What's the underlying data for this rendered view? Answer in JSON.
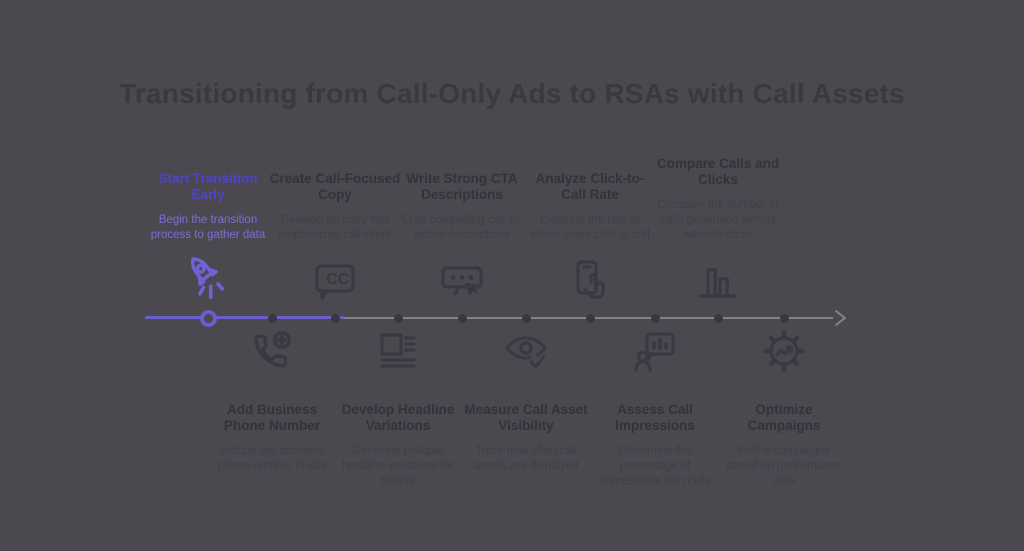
{
  "title": "Transitioning from Call-Only Ads to RSAs with Call Assets",
  "colors": {
    "background": "#4b484f",
    "title_text": "#3b3940",
    "accent_purple": "#6a5ece",
    "active_title": "#4f43c6",
    "active_description": "#7a6fd8",
    "muted_title": "#34323a",
    "muted_description": "#413f48",
    "timeline_gray": "#85828a",
    "node_dark": "#393740"
  },
  "timeline": {
    "direction": "left-to-right",
    "active_step_index": 0,
    "node_count": 10,
    "arrow": "right-arrow"
  },
  "milestones": [
    {
      "row": "top",
      "active": true,
      "icon": "rocket-launch-icon",
      "title": "Start Transition Early",
      "description": "Begin the transition process to gather data"
    },
    {
      "row": "bottom",
      "active": false,
      "icon": "phone-plus-icon",
      "title": "Add Business Phone Number",
      "description": "Include the business phone number in ads"
    },
    {
      "row": "top",
      "active": false,
      "icon": "cc-speech-bubble-icon",
      "title": "Create Call-Focused Copy",
      "description": "Develop ad copy that emphasizes call intent"
    },
    {
      "row": "bottom",
      "active": false,
      "icon": "article-lines-icon",
      "title": "Develop Headline Variations",
      "description": "Generate multiple headline variations for testing"
    },
    {
      "row": "top",
      "active": false,
      "icon": "chat-dots-cursor-icon",
      "title": "Write Strong CTA Descriptions",
      "description": "Craft compelling call-to-action descriptions"
    },
    {
      "row": "bottom",
      "active": false,
      "icon": "eye-check-icon",
      "title": "Measure Call Asset Visibility",
      "description": "Track how often call assets are displayed"
    },
    {
      "row": "top",
      "active": false,
      "icon": "phone-tap-icon",
      "title": "Analyze Click-to-Call Rate",
      "description": "Evaluate the rate at which users click to call"
    },
    {
      "row": "bottom",
      "active": false,
      "icon": "person-chart-bubble-icon",
      "title": "Assess Call Impressions",
      "description": "Determine the percentage of impressions with calls"
    },
    {
      "row": "top",
      "active": false,
      "icon": "bar-chart-icon",
      "title": "Compare Calls and Clicks",
      "description": "Compare the number of calls generated versus website clicks"
    },
    {
      "row": "bottom",
      "active": false,
      "icon": "gear-trend-icon",
      "title": "Optimize Campaigns",
      "description": "Refine campaigns based on performance data"
    }
  ]
}
